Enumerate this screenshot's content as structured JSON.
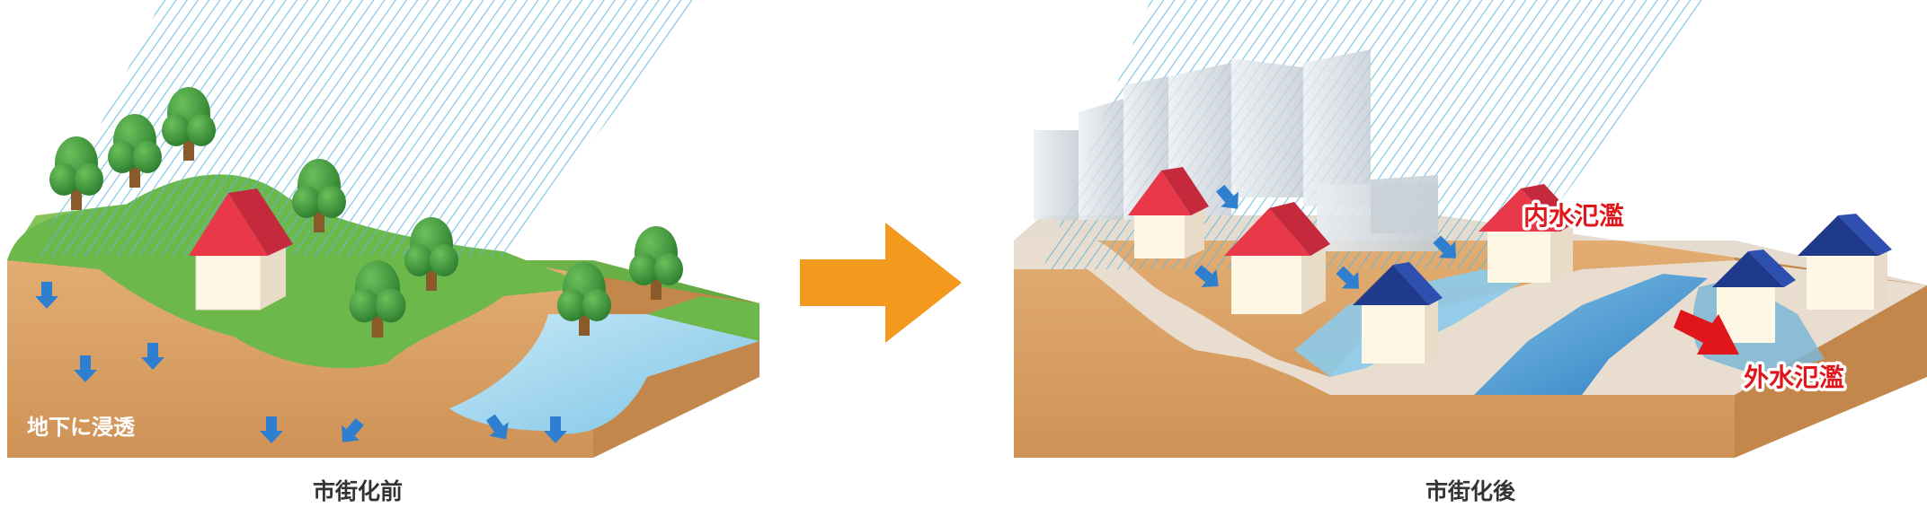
{
  "panels": {
    "before": {
      "caption": "市街化前",
      "infiltration_label": "地下に浸透"
    },
    "after": {
      "caption": "市街化後",
      "inland_flood_label": "内水氾濫",
      "river_flood_label": "外水氾濫"
    }
  },
  "colors": {
    "rain": "#5fb7e0",
    "soil": "#d9a066",
    "grass": "#6db84a",
    "river": "#9ed6ef",
    "flood_water": "#3a87c7",
    "flow_arrow": "#2f7fd0",
    "transition_arrow": "#f39a1e",
    "flood_label": "#e0161b",
    "roof_red": "#e8384a",
    "roof_blue": "#1f3a8a"
  },
  "icons": [
    "rain-icon",
    "tree-icon",
    "house-icon",
    "building-icon",
    "down-arrow-icon",
    "right-arrow-icon"
  ]
}
